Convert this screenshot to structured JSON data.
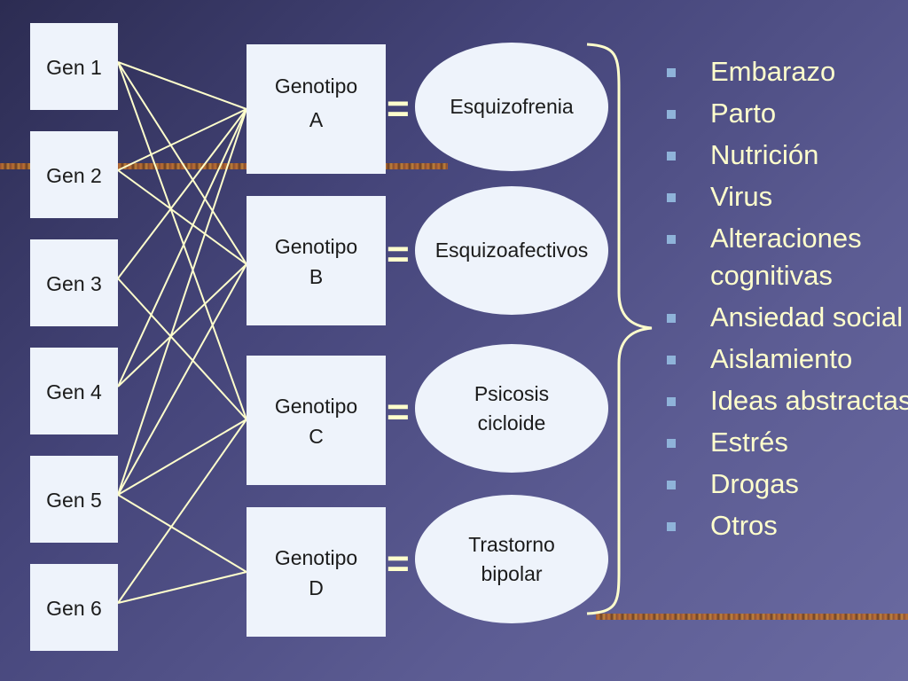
{
  "genes": [
    "Gen 1",
    "Gen 2",
    "Gen 3",
    "Gen 4",
    "Gen 5",
    "Gen 6"
  ],
  "genotypes": [
    {
      "line1": "Genotipo",
      "line2": "A"
    },
    {
      "line1": "Genotipo",
      "line2": "B"
    },
    {
      "line1": "Genotipo",
      "line2": "C"
    },
    {
      "line1": "Genotipo",
      "line2": "D"
    }
  ],
  "equals": "=",
  "disorders": [
    {
      "line1": "Esquizofrenia",
      "line2": ""
    },
    {
      "line1": "Esquizoafectivos",
      "line2": ""
    },
    {
      "line1": "Psicosis",
      "line2": "cicloide"
    },
    {
      "line1": "Trastorno",
      "line2": "bipolar"
    }
  ],
  "factors": [
    "Embarazo",
    "Parto",
    "Nutrición",
    "Virus",
    "Alteraciones cognitivas",
    "Ansiedad social",
    "Aislamiento",
    "Ideas abstractas",
    "Estrés",
    "Drogas",
    "Otros"
  ],
  "connections": [
    {
      "gene": 1,
      "genotype": "A"
    },
    {
      "gene": 1,
      "genotype": "B"
    },
    {
      "gene": 1,
      "genotype": "C"
    },
    {
      "gene": 2,
      "genotype": "A"
    },
    {
      "gene": 2,
      "genotype": "B"
    },
    {
      "gene": 3,
      "genotype": "A"
    },
    {
      "gene": 3,
      "genotype": "C"
    },
    {
      "gene": 4,
      "genotype": "A"
    },
    {
      "gene": 4,
      "genotype": "B"
    },
    {
      "gene": 5,
      "genotype": "A"
    },
    {
      "gene": 5,
      "genotype": "B"
    },
    {
      "gene": 5,
      "genotype": "C"
    },
    {
      "gene": 5,
      "genotype": "D"
    },
    {
      "gene": 6,
      "genotype": "C"
    },
    {
      "gene": 6,
      "genotype": "D"
    }
  ],
  "colors": {
    "lines": "#ffffcc",
    "boxes": "#eef3fb",
    "text": "#ffffcc",
    "bullet": "#8fb3d9"
  }
}
